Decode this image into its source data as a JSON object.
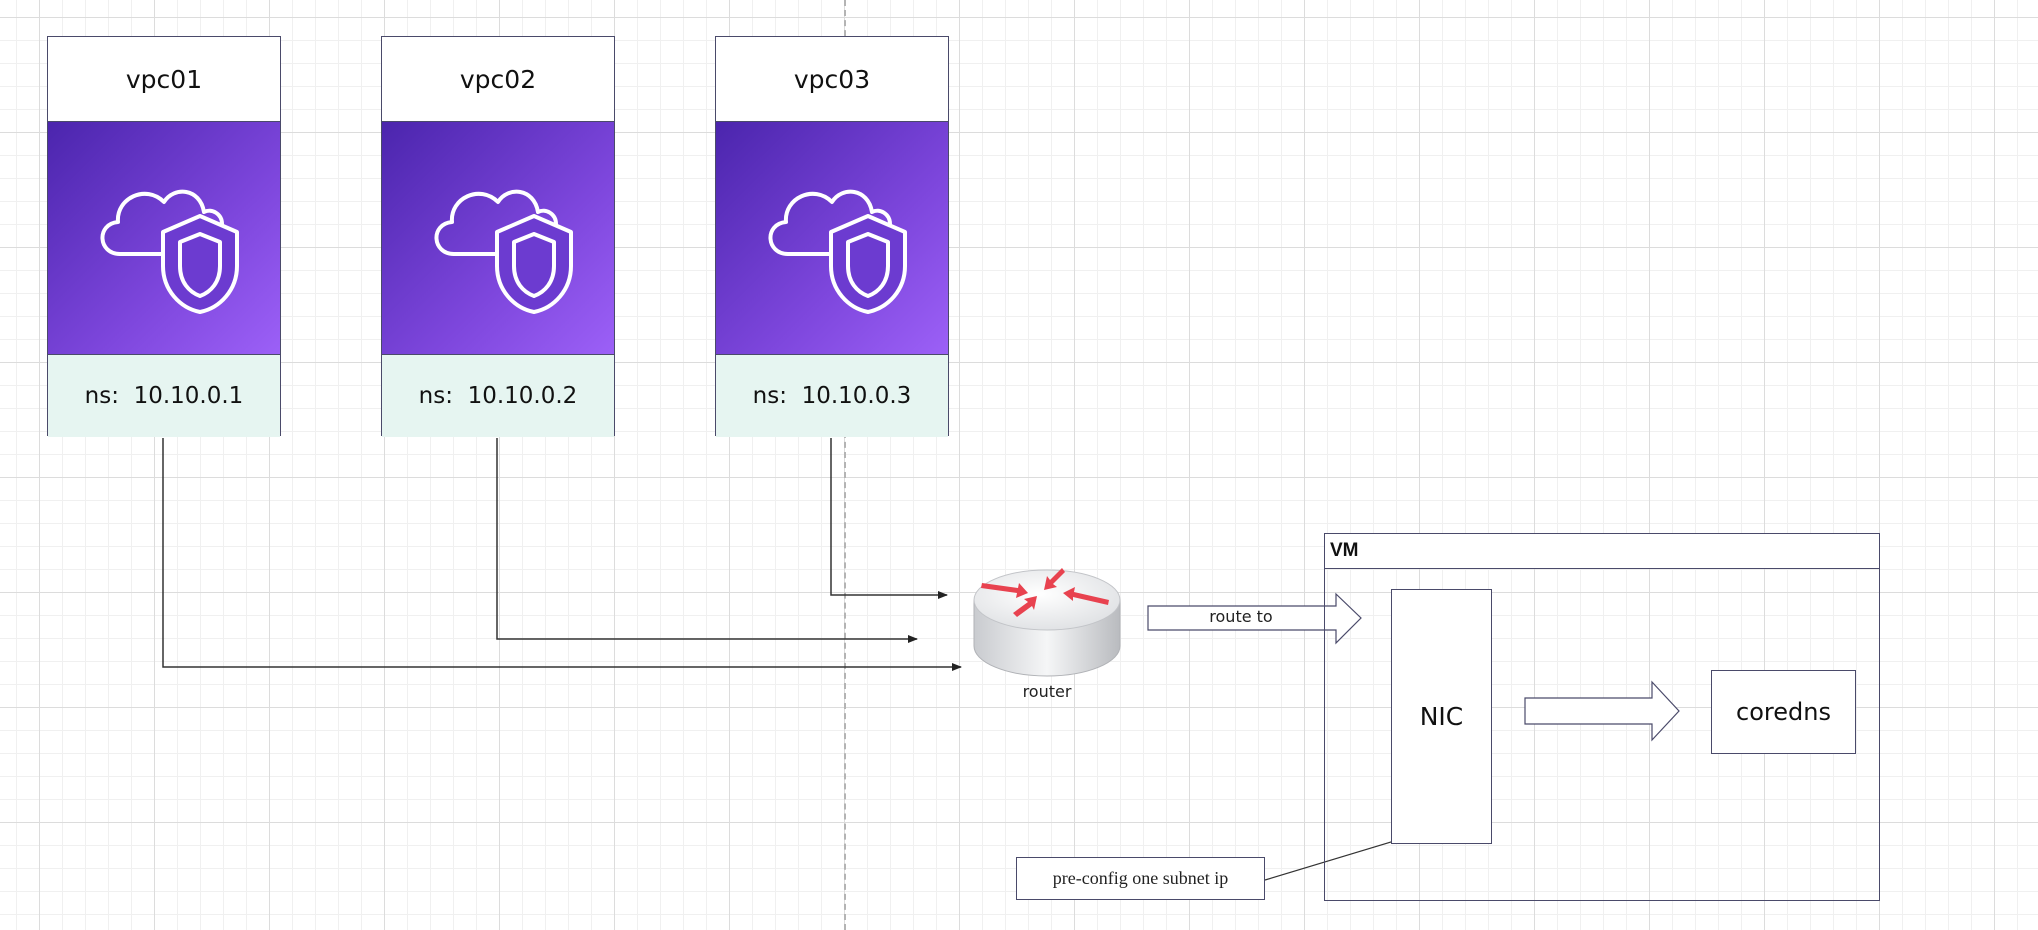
{
  "colors": {
    "vpc_gradient_start": "#4b25ad",
    "vpc_gradient_end": "#9c60f7",
    "vpc_footer_bg": "#e6f5f1",
    "router_arrows": "#e8424f",
    "line": "#333333"
  },
  "vpcs": [
    {
      "name": "vpc01",
      "ns": "ns:  10.10.0.1",
      "icon": "cloud-shield-icon"
    },
    {
      "name": "vpc02",
      "ns": "ns:  10.10.0.2",
      "icon": "cloud-shield-icon"
    },
    {
      "name": "vpc03",
      "ns": "ns:  10.10.0.3",
      "icon": "cloud-shield-icon"
    }
  ],
  "router": {
    "label": "router",
    "icon": "router-icon"
  },
  "route_arrow": {
    "label": "route to"
  },
  "vm": {
    "title": "VM",
    "nic": "NIC",
    "coredns": "coredns"
  },
  "note": {
    "text": "pre-config one subnet ip"
  }
}
